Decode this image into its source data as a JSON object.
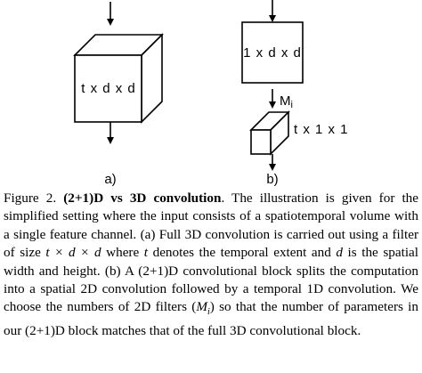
{
  "figure": {
    "panel_a": {
      "box_label": "t x d x d",
      "caption_label": "a)"
    },
    "panel_b": {
      "top_box_label": "1 x d x d",
      "mid_label": "M",
      "mid_label_sub": "i",
      "bottom_box_label": "t x 1 x 1",
      "caption_label": "b)"
    }
  },
  "caption": {
    "figure_number": "Figure 2.",
    "title": "(2+1)D vs 3D convolution",
    "segments": [
      ". The illustration is given for the simplified setting where the input consists of a spatiotemporal volume with a single feature channel. (a) Full 3D convolution is carried out using a filter of size ",
      " where ",
      " denotes the temporal extent and ",
      " is the spatial width and height. (b) A (2+1)D convolutional block splits the computation into a spatial 2D convolution followed by a temporal 1D convolution. We choose the numbers of 2D filters (",
      ") so that the number of parameters in our (2+1)D block matches that of the full 3D convolutional block."
    ],
    "math_filter_size": "t × d × d",
    "math_t": "t",
    "math_d": "d",
    "math_mi": "M",
    "math_mi_sub": "i"
  }
}
